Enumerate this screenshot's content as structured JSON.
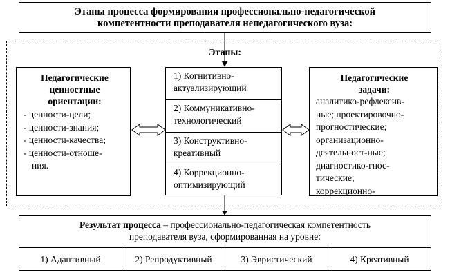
{
  "title": {
    "line1": "Этапы процесса формирования профессионально-педагогической",
    "line2": "компетентности преподавателя непедагогического вуза:"
  },
  "stages_title": "Этапы:",
  "left": {
    "heading": [
      "Педагогические",
      "ценностные",
      "ориентации:"
    ],
    "items": [
      "- ценности-цели;",
      "- ценности-знания;",
      "- ценности-качества;",
      "- ценности-отноше-"
    ],
    "continuation": "ния."
  },
  "stages": [
    {
      "line1": "1) Когнитивно-",
      "line2": "актуализирующий"
    },
    {
      "line1": "2) Коммуникативно-",
      "line2": "технологический"
    },
    {
      "line1": "3) Конструктивно-",
      "line2": "креативный"
    },
    {
      "line1": "4) Коррекционно-",
      "line2": "оптимизирующий"
    }
  ],
  "right": {
    "heading": [
      "Педагогические",
      "задачи:"
    ],
    "items": [
      "аналитико-рефлексив-",
      "ные; проектировочно-",
      "прогностические;",
      "организационно-",
      "деятельност-ные;",
      "диагностико-гнос-",
      "тические;",
      "коррекционно-"
    ]
  },
  "result": {
    "bold": "Результат процесса",
    "rest": " – профессионально-педагогическая компетентность",
    "line2": "преподавателя вуза, сформированная на уровне:",
    "levels": [
      "1) Адаптивный",
      "2) Репродуктивный",
      "3) Эвристический",
      "4) Креативный"
    ]
  }
}
